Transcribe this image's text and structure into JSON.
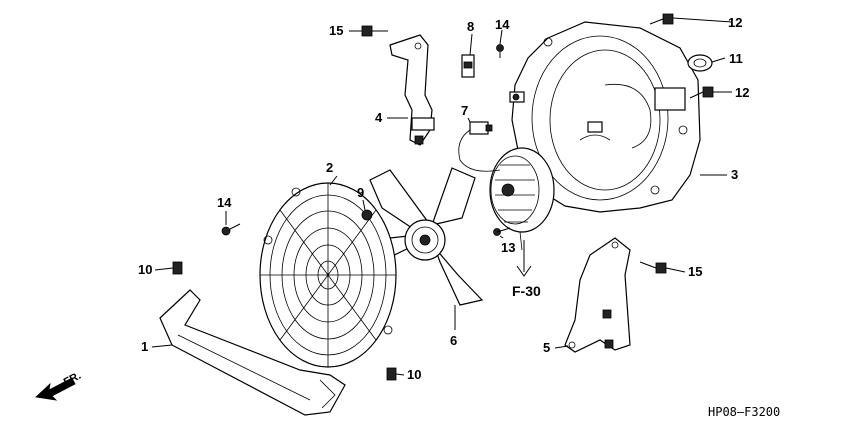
{
  "callouts": {
    "c1": "1",
    "c2": "2",
    "c3": "3",
    "c4": "4",
    "c5": "5",
    "c6": "6",
    "c7": "7",
    "c8": "8",
    "c9": "9",
    "c10a": "10",
    "c10b": "10",
    "c11": "11",
    "c12a": "12",
    "c12b": "12",
    "c13": "13",
    "c14a": "14",
    "c14b": "14",
    "c15a": "15",
    "c15b": "15"
  },
  "reference": "F-30",
  "direction_label": "FR.",
  "diagram_code": "HP08–F3200"
}
